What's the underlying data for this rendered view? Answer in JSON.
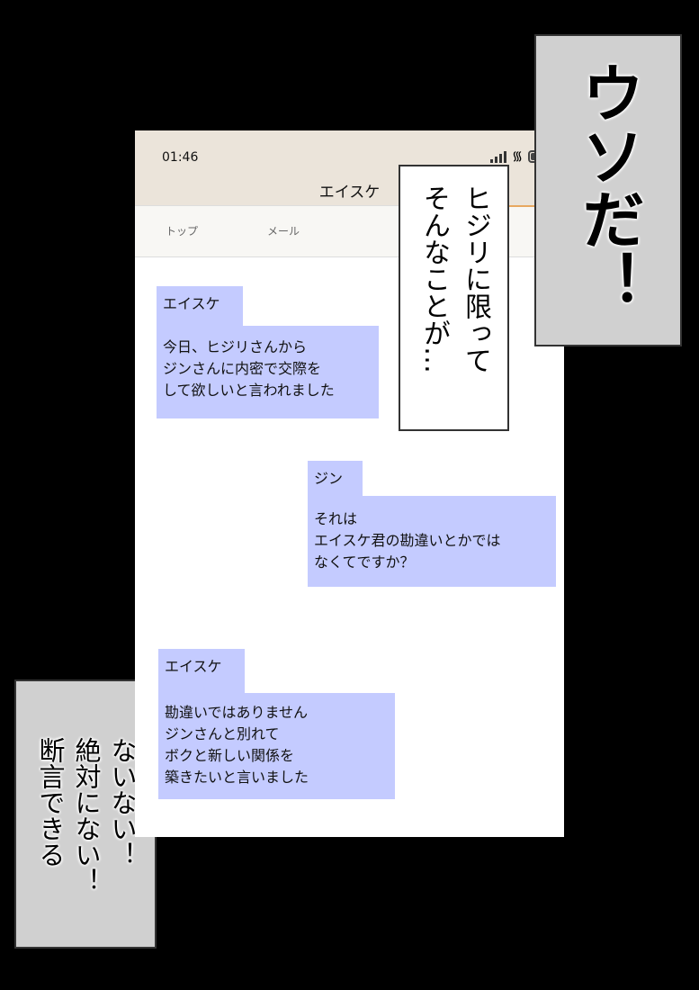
{
  "phone": {
    "status_time": "01:46",
    "contact_name": "エイスケ",
    "tabs": [
      "トップ",
      "メール"
    ],
    "colors": {
      "header": "#ebe4da",
      "bubble": "#c4cbff",
      "accent": "#e8a860"
    }
  },
  "messages": [
    {
      "sender": "エイスケ",
      "text": "今日、ヒジリさんから\nジンさんに内密で交際を\nして欲しいと言われました"
    },
    {
      "sender": "ジン",
      "text": "それは\nエイスケ君の勘違いとかでは\nなくてですか？"
    },
    {
      "sender": "エイスケ",
      "text": "勘違いではありません\nジンさんと別れて\nボクと新しい関係を\n築きたいと言いました"
    }
  ],
  "captions": {
    "top_right": "ウソだ！",
    "middle": "ヒジリに限って\nそんなことが…",
    "bottom_left": "ないない！\n絶対にない！\n断言できる"
  }
}
